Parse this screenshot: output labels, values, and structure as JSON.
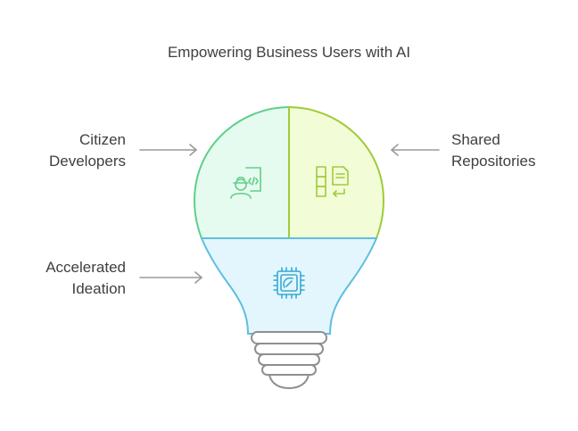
{
  "title": "Empowering Business Users with AI",
  "segments": [
    {
      "id": "citizen",
      "label_lines": [
        "Citizen",
        "Developers"
      ],
      "icon": "developer-code-icon",
      "fill": "#e6fbef",
      "stroke": "#5fcf8a"
    },
    {
      "id": "shared",
      "label_lines": [
        "Shared",
        "Repositories"
      ],
      "icon": "repository-files-icon",
      "fill": "#f2fcd6",
      "stroke": "#9fcb3c"
    },
    {
      "id": "accelerated",
      "label_lines": [
        "Accelerated",
        "Ideation"
      ],
      "icon": "ai-chip-icon",
      "fill": "#e4f6fd",
      "stroke": "#5dbfe0"
    }
  ],
  "colors": {
    "arrow": "#9a9a9a",
    "socket_stroke": "#8f8f8f",
    "text": "#3f3f3f"
  }
}
